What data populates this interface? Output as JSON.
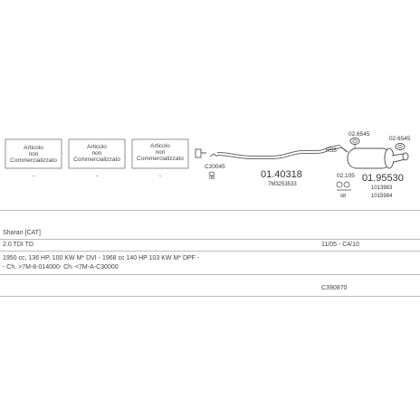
{
  "boxes": [
    {
      "line1": "Articolo",
      "line2": "non",
      "line3": "Commercializzato"
    },
    {
      "line1": "Articolo",
      "line2": "non",
      "line3": "Commercializzato"
    },
    {
      "line1": "Articolo",
      "line2": "non",
      "line3": "Commercializzato"
    }
  ],
  "box_dash": "-",
  "parts": {
    "clamp_left": "C20045",
    "clamp_left_sub": "08",
    "pipe_main": "01.40318",
    "pipe_main_sub": "7M3253533",
    "ring": "R55",
    "gasket_top": "02.6545",
    "gasket_right": "02.6545",
    "rubber": "02.105",
    "rubber_sub": "08",
    "muffler_main": "01.95530",
    "muffler_sub1": "1013983",
    "muffler_sub2": "1015984"
  },
  "info": {
    "model": "Sharan [CAT]",
    "engine": "2.0 TDI TD",
    "period": "11/05 - C4/10",
    "spec": "1950 cc, 136 HP, 100 KW M* DVI - 1968 cc 140 HP 103 KW M* DPF -",
    "chassis": "- Ch. >7M-8-014000- Ch. <7M-A-C30000",
    "code": "C390870"
  }
}
